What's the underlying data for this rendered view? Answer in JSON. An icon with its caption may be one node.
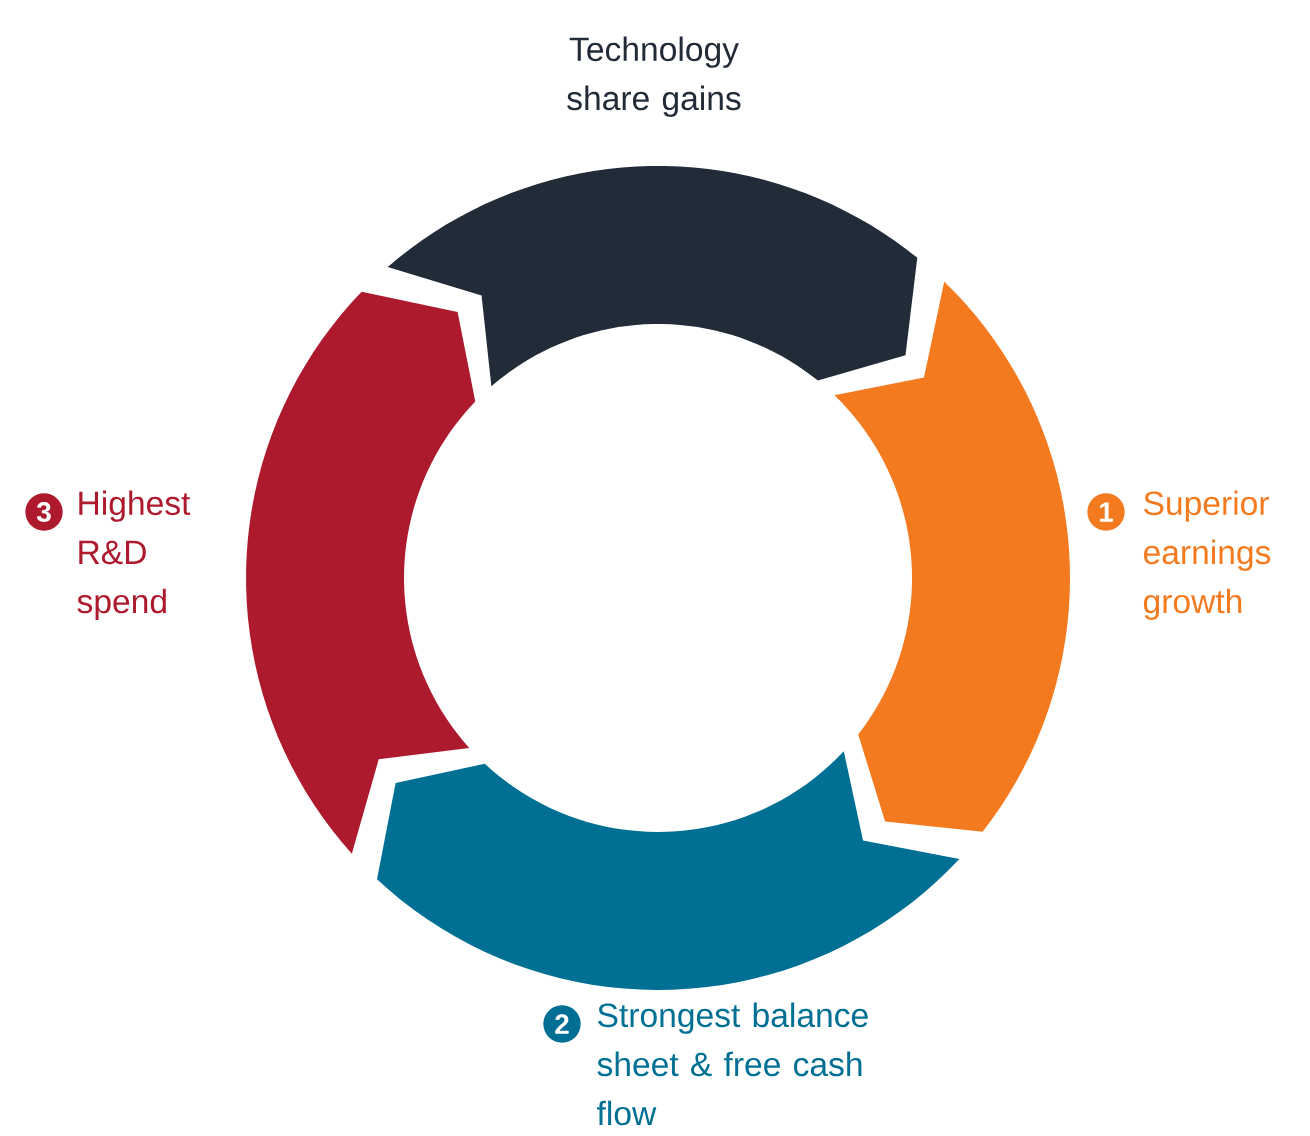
{
  "diagram": {
    "nodes": [
      {
        "text": [
          "Technology share gains"
        ]
      },
      {
        "text": [
          "1",
          "Superior earnings growth"
        ]
      },
      {
        "text": [
          "2",
          "Strongest balance sheet & free cash flow"
        ]
      },
      {
        "text": [
          "3",
          "Highest R&D spend"
        ]
      }
    ]
  }
}
